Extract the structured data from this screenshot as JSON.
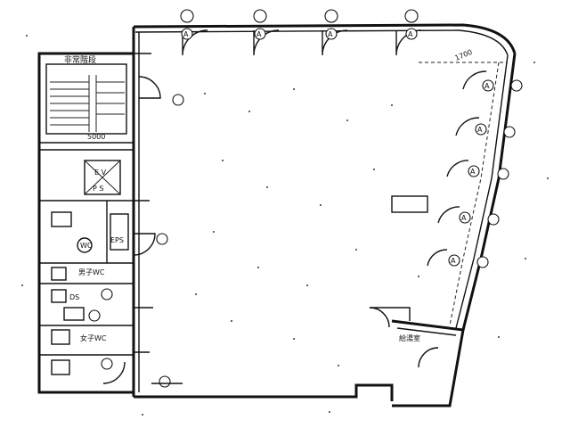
{
  "plan": {
    "labels": {
      "stair_label": "非常階段",
      "dimension": "5000",
      "ev_label": "E V",
      "ps_label": "P S",
      "wc_label": "WC",
      "eps_label": "EPS",
      "mens_wc": "男子WC",
      "ds_label": "DS",
      "womens_wc": "女子WC",
      "kitchen_label": "給湯室",
      "corner_dim": "1700"
    },
    "markers": {
      "col_a": "A"
    }
  }
}
